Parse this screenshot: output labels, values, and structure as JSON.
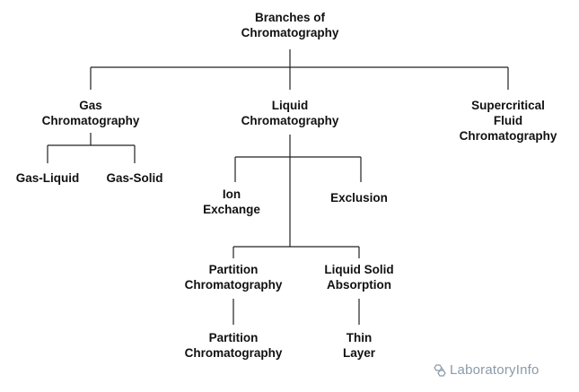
{
  "nodes": {
    "root": [
      "Branches of",
      "Chromatography"
    ],
    "gas": [
      "Gas",
      "Chromatography"
    ],
    "liquid": [
      "Liquid",
      "Chromatography"
    ],
    "supercritical": [
      "Supercritical",
      "Fluid",
      "Chromatography"
    ],
    "gas_liquid": [
      "Gas-Liquid"
    ],
    "gas_solid": [
      "Gas-Solid"
    ],
    "ion_exchange": [
      "Ion",
      "Exchange"
    ],
    "exclusion": [
      "Exclusion"
    ],
    "partition": [
      "Partition",
      "Chromatography"
    ],
    "liquid_solid": [
      "Liquid Solid",
      "Absorption"
    ],
    "partition_child": [
      "Partition",
      "Chromatography"
    ],
    "thin_layer": [
      "Thin",
      "Layer"
    ]
  },
  "watermark": {
    "logo_icon": "hexagon-logo-icon",
    "text": "LaboratoryInfo",
    "color": "#8a9aa8"
  },
  "colors": {
    "text": "#111111",
    "line": "#222222",
    "background": "#ffffff"
  }
}
